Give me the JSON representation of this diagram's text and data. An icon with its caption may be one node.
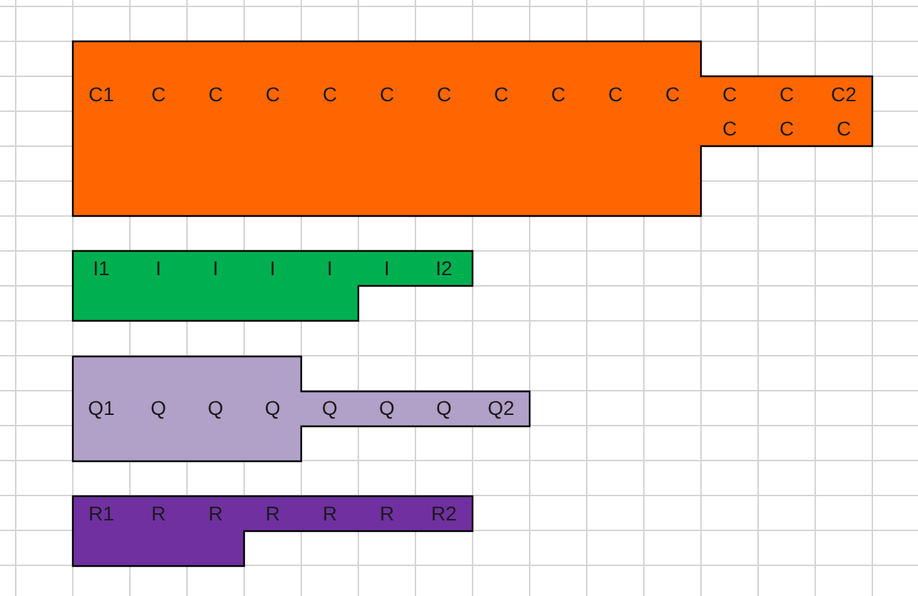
{
  "diagram": {
    "nodes": [
      {
        "text": [
          "C1",
          "C",
          "C",
          "C",
          "C",
          "C",
          "C",
          "C",
          "C",
          "C",
          "C",
          "C",
          "C",
          "C2",
          "C",
          "C",
          "C"
        ]
      },
      {
        "text": [
          "I1",
          "I",
          "I",
          "I",
          "I",
          "I",
          "I2"
        ]
      },
      {
        "text": [
          "Q1",
          "Q",
          "Q",
          "Q",
          "Q",
          "Q",
          "Q",
          "Q2"
        ]
      },
      {
        "text": [
          "R1",
          "R",
          "R",
          "R",
          "R",
          "R",
          "R2"
        ]
      }
    ],
    "edges": []
  }
}
